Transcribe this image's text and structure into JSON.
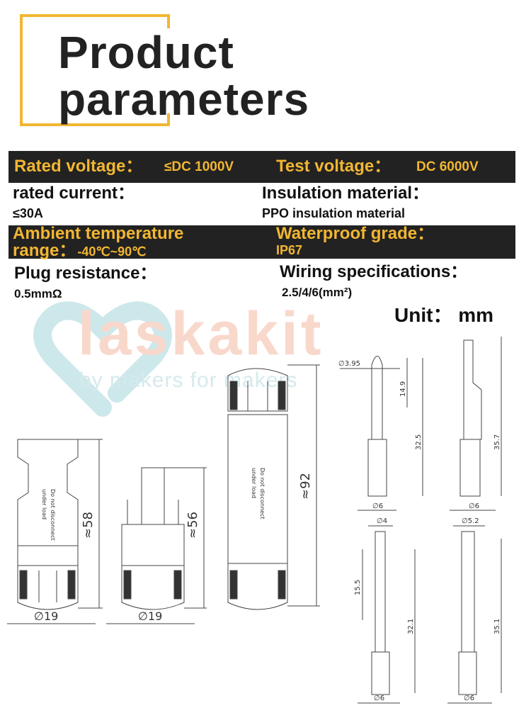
{
  "title": {
    "line1": "Product",
    "line2": "parameters"
  },
  "specs": {
    "rated_voltage": {
      "label": "Rated voltage：",
      "value": "≤DC  1000V"
    },
    "test_voltage": {
      "label": "Test voltage：",
      "value": "DC 6000V"
    },
    "rated_current": {
      "label": "rated current：",
      "value": "≤30A"
    },
    "insulation": {
      "label": "Insulation material：",
      "value": "PPO insulation material"
    },
    "ambient": {
      "label": "Ambient temperature",
      "label2": "range：",
      "value": "-40℃~90℃"
    },
    "waterproof": {
      "label": "Waterproof grade：",
      "value": "IP67"
    },
    "plug_resistance": {
      "label": "Plug resistance：",
      "value": "0.5mmΩ"
    },
    "wiring": {
      "label": "Wiring specifications：",
      "value": "2.5/4/6(mm²)"
    }
  },
  "unit": "Unit：  mm",
  "watermark": {
    "brand": "laskakit",
    "tagline": "by makers for makers"
  },
  "drawings": {
    "female": {
      "height": "≈58",
      "diameter": "∅19",
      "text1": "Do not disconnect",
      "text2": "under load"
    },
    "male": {
      "height": "≈56",
      "diameter": "∅19"
    },
    "pair": {
      "height": "≈92",
      "text1": "Do not disconnect",
      "text2": "under load"
    },
    "pin_female_side": {
      "d_top": "∅3.95",
      "slot": "14.9",
      "length": "32.5",
      "d_bottom": "∅6"
    },
    "pin_female_front": {
      "length": "35.7",
      "d_bottom": "∅6"
    },
    "pin_male_side": {
      "d_top": "∅4",
      "slot": "15.5",
      "length": "32.1",
      "d_bottom": "∅6"
    },
    "pin_male_front": {
      "d_top": "∅5.2",
      "length": "35.1",
      "d_bottom": "∅6"
    }
  },
  "colors": {
    "accent": "#f2b632",
    "bar": "#222222"
  }
}
